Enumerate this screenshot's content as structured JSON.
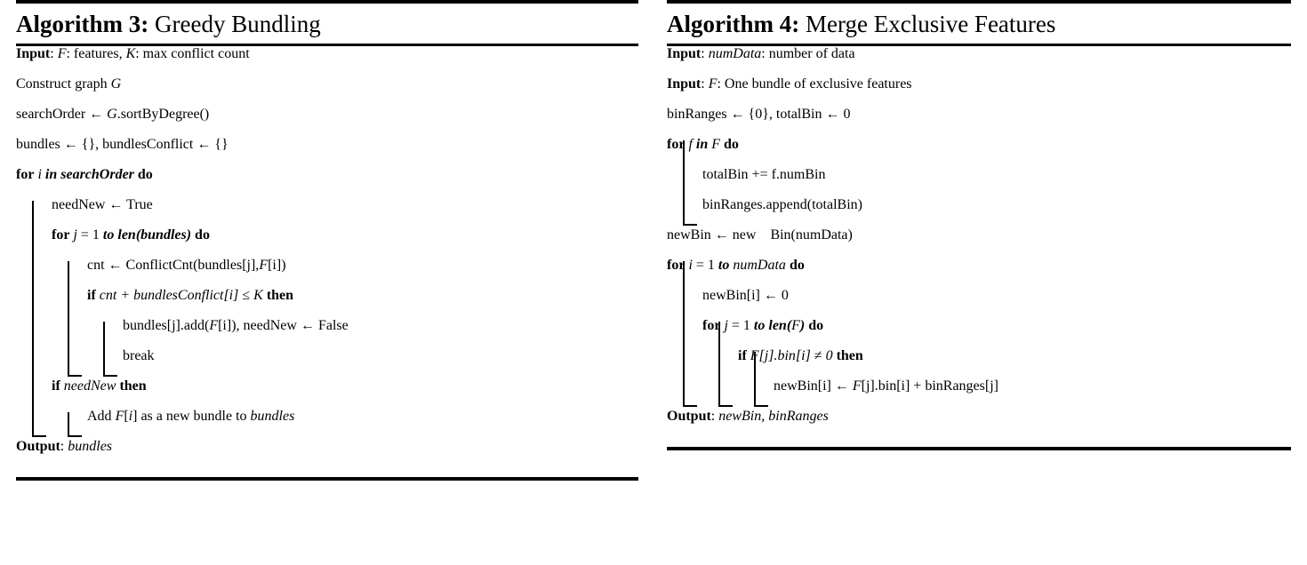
{
  "algorithms": [
    {
      "id": "algorithm-3",
      "number": "Algorithm 3:",
      "name": "Greedy Bundling",
      "lines": [
        {
          "indent": 0,
          "html": "<b>Input</b>: <i>F</i>: features, <i>K</i>: max conflict count"
        },
        {
          "indent": 0,
          "html": "Construct graph <i>G</i>"
        },
        {
          "indent": 0,
          "html": "searchOrder ← <i>G</i>.sortByDegree()"
        },
        {
          "indent": 0,
          "html": "bundles ← {}, bundlesConflict ← {}"
        },
        {
          "indent": 0,
          "html": "<b>for</b> <i>i</i> <span class=\"bi\">in searchOrder</span> <b>do</b>"
        },
        {
          "indent": 1,
          "html": "needNew ← True"
        },
        {
          "indent": 1,
          "html": "<b>for</b> <i>j</i> = 1 <span class=\"bi\">to len(bundles)</span> <b>do</b>"
        },
        {
          "indent": 2,
          "html": "cnt ← ConflictCnt(bundles[j],<i>F</i>[i])"
        },
        {
          "indent": 2,
          "html": "<b>if</b> <i>cnt + bundlesConflict[i]</i> ≤ <i>K</i> <b>then</b>"
        },
        {
          "indent": 3,
          "html": "bundles[j].add(<i>F</i>[i]), needNew ← False"
        },
        {
          "indent": 3,
          "html": "break"
        },
        {
          "indent": 1,
          "html": "<b>if</b> <i>needNew</i> <b>then</b>"
        },
        {
          "indent": 2,
          "html": "Add <i>F</i>[<i>i</i>] as a new bundle to <i>bundles</i>"
        },
        {
          "indent": 0,
          "html": "<b>Output</b>: <i>bundles</i>"
        }
      ],
      "rails": [
        {
          "indent": 0,
          "from": 5,
          "to": 12
        },
        {
          "indent": 1,
          "from": 7,
          "to": 10
        },
        {
          "indent": 2,
          "from": 9,
          "to": 10
        },
        {
          "indent": 1,
          "from": 12,
          "to": 12
        }
      ]
    },
    {
      "id": "algorithm-4",
      "number": "Algorithm 4:",
      "name": "Merge Exclusive Features",
      "lines": [
        {
          "indent": 0,
          "html": "<b>Input</b>: <span class=\"mi\">numData</span>: number of data"
        },
        {
          "indent": 0,
          "html": "<b>Input</b>: <i>F</i>: One bundle of exclusive features"
        },
        {
          "indent": 0,
          "html": "binRanges ← {0}, totalBin ← 0"
        },
        {
          "indent": 0,
          "html": "<b>for</b> <i>f</i> <span class=\"bi\">in</span> <i>F</i> <b>do</b>"
        },
        {
          "indent": 1,
          "html": "totalBin += f.numBin"
        },
        {
          "indent": 1,
          "html": "binRanges.append(totalBin)"
        },
        {
          "indent": 0,
          "html": "newBin ← new<span class=\"sp\"></span><span class=\"sp\"></span>Bin(numData)"
        },
        {
          "indent": 0,
          "html": "<b>for</b> <i>i</i> = 1 <span class=\"bi\">to</span> <span class=\"mi\">numData</span> <b>do</b>"
        },
        {
          "indent": 1,
          "html": "newBin[i] ← 0"
        },
        {
          "indent": 1,
          "html": "<b>for</b> <i>j</i> = 1 <span class=\"bi\">to len(</span><i>F</i><span class=\"bi\">)</span> <b>do</b>"
        },
        {
          "indent": 2,
          "html": "<b>if</b> <i>F[j].bin[i]</i> ≠ <i>0</i> <b>then</b>"
        },
        {
          "indent": 3,
          "html": "newBin[i] ← <i>F</i>[j].bin[i] + binRanges[j]"
        },
        {
          "indent": 0,
          "html": "<b>Output</b>: <span class=\"mi\">newBin</span>, <span class=\"mi\">binRanges</span>"
        }
      ],
      "rails": [
        {
          "indent": 0,
          "from": 3,
          "to": 5
        },
        {
          "indent": 0,
          "from": 7,
          "to": 11
        },
        {
          "indent": 1,
          "from": 9,
          "to": 11
        },
        {
          "indent": 2,
          "from": 10,
          "to": 11
        }
      ]
    }
  ]
}
